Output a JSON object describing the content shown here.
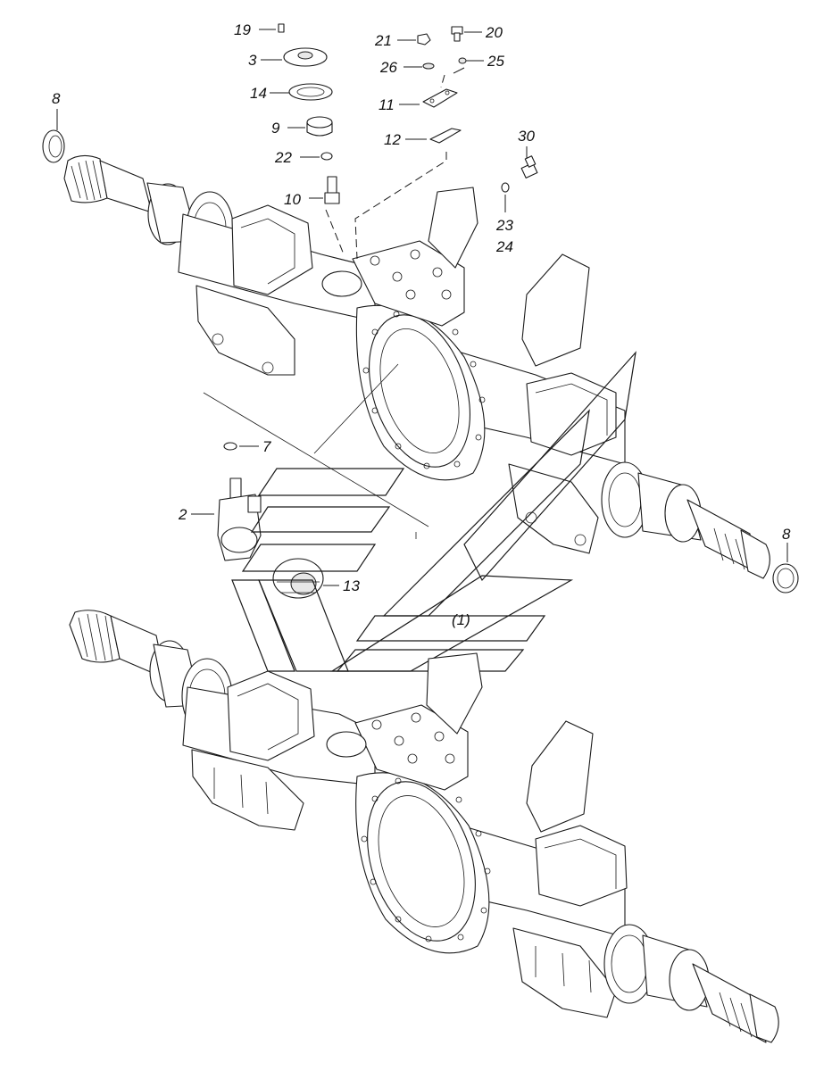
{
  "diagram": {
    "callouts": [
      {
        "id": "c19",
        "text": "19"
      },
      {
        "id": "c3",
        "text": "3"
      },
      {
        "id": "c14",
        "text": "14"
      },
      {
        "id": "c9",
        "text": "9"
      },
      {
        "id": "c22",
        "text": "22"
      },
      {
        "id": "c10",
        "text": "10"
      },
      {
        "id": "c21",
        "text": "21"
      },
      {
        "id": "c20",
        "text": "20"
      },
      {
        "id": "c26",
        "text": "26"
      },
      {
        "id": "c25",
        "text": "25"
      },
      {
        "id": "c11",
        "text": "11"
      },
      {
        "id": "c12",
        "text": "12"
      },
      {
        "id": "c30",
        "text": "30"
      },
      {
        "id": "c23",
        "text": "23"
      },
      {
        "id": "c24",
        "text": "24"
      },
      {
        "id": "c8a",
        "text": "8"
      },
      {
        "id": "c8b",
        "text": "8"
      },
      {
        "id": "c7",
        "text": "7"
      },
      {
        "id": "c2",
        "text": "2"
      },
      {
        "id": "c13",
        "text": "13"
      },
      {
        "id": "c1",
        "text": "(1)"
      }
    ]
  }
}
